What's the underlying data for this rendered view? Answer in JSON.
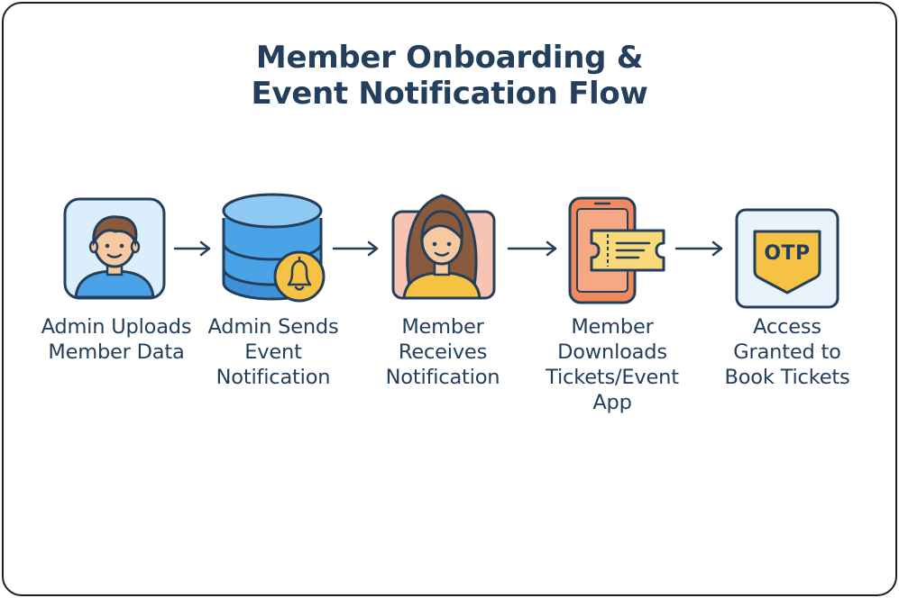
{
  "title": {
    "line1": "Member Onboarding &",
    "line2": "Event Notification Flow"
  },
  "steps": [
    {
      "icon": "admin-avatar-icon",
      "label": "Admin Uploads Member Data"
    },
    {
      "icon": "database-bell-icon",
      "label": "Admin Sends Event Notification"
    },
    {
      "icon": "member-avatar-icon",
      "label": "Member Receives Notification"
    },
    {
      "icon": "phone-ticket-icon",
      "label": "Member Downloads Tickets/Event App"
    },
    {
      "icon": "otp-shield-icon",
      "label": "Access Granted to Book Tickets",
      "badge": "OTP"
    }
  ],
  "colors": {
    "text": "#233f5c",
    "outline": "#233f5c",
    "blue": "#4aa3e6",
    "skin": "#f6c9a0",
    "hair": "#8a5a3c",
    "yellow": "#f6c244",
    "orange": "#f08a5d",
    "light_blue_bg": "#dbeefb"
  }
}
